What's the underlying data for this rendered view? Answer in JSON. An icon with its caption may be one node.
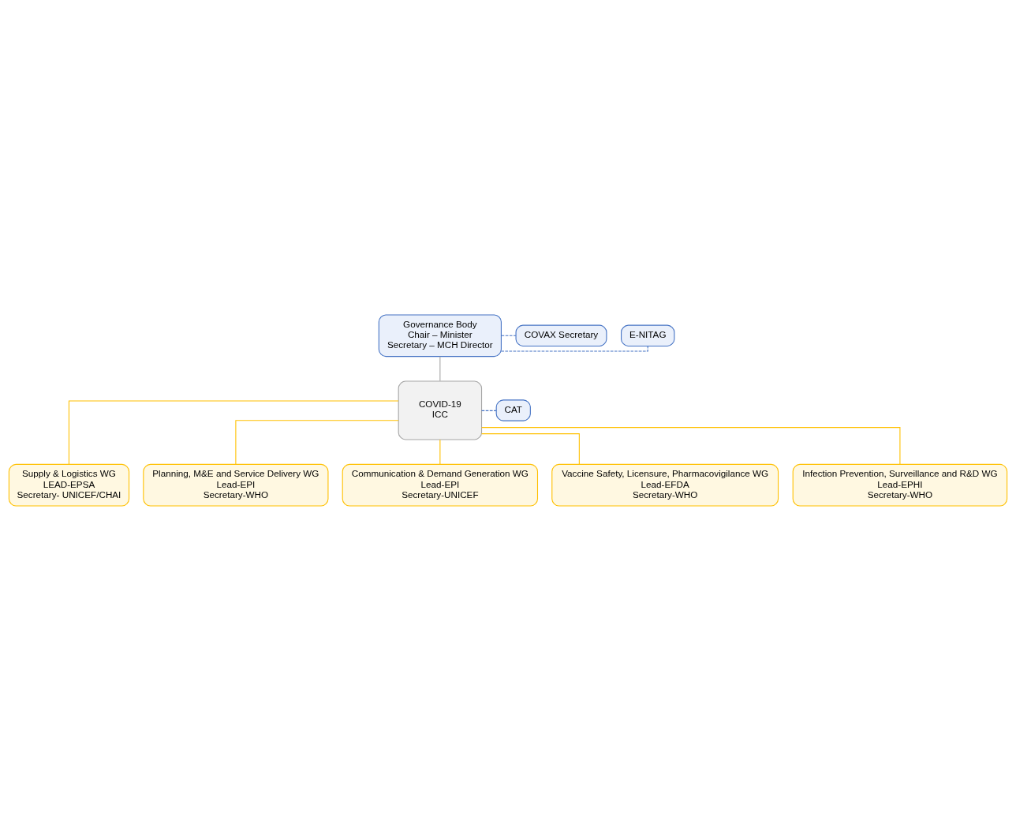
{
  "diagram": {
    "nodes": [
      {
        "text": [
          "Governance Body",
          "Chair – Minister",
          "Secretary – MCH Director"
        ]
      },
      {
        "text": [
          "E-NITAG"
        ]
      },
      {
        "text": [
          "COVAX Secretary"
        ]
      },
      {
        "text": [
          "CAT"
        ]
      },
      {
        "text": [
          "COVID-19",
          "ICC"
        ]
      },
      {
        "text": [
          "Supply & Logistics WG",
          "LEAD-EPSA",
          "Secretary- UNICEF/CHAI"
        ]
      },
      {
        "text": [
          "Planning, M&E and Service Delivery WG",
          "Lead-EPI",
          "Secretary-WHO"
        ]
      },
      {
        "text": [
          "Communication & Demand Generation WG",
          "Lead-EPI",
          "Secretary-UNICEF"
        ]
      },
      {
        "text": [
          "Vaccine Safety, Licensure, Pharmacovigilance WG",
          "Lead-EFDA",
          "Secretary-WHO"
        ]
      },
      {
        "text": [
          "Infection Prevention, Surveillance and R&D WG",
          "Lead-EPHI",
          "Secretary-WHO"
        ]
      }
    ],
    "edges": [
      {
        "from": 0,
        "to": 4,
        "arrow": "none",
        "color": "#a6a6a6"
      },
      {
        "from": 0,
        "to": 1,
        "arrow": "none",
        "style": "dashed",
        "color": "#4472c4"
      },
      {
        "from": 0,
        "to": 2,
        "arrow": "none",
        "style": "dashed",
        "color": "#4472c4"
      },
      {
        "from": 4,
        "to": 3,
        "arrow": "none",
        "style": "dashed",
        "color": "#4472c4"
      },
      {
        "from": 4,
        "to": 5,
        "arrow": "none"
      },
      {
        "from": 4,
        "to": 6,
        "arrow": "none"
      },
      {
        "from": 4,
        "to": 7,
        "arrow": "none"
      },
      {
        "from": 4,
        "to": 8,
        "arrow": "none"
      },
      {
        "from": 4,
        "to": 9,
        "arrow": "none"
      }
    ]
  }
}
